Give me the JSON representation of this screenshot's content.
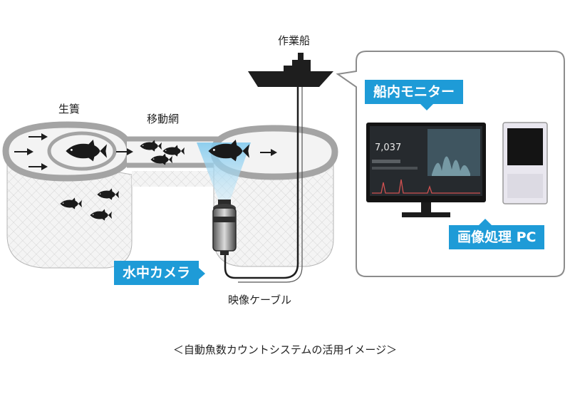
{
  "labels": {
    "work_boat": "作業船",
    "fish_pen": "生簀",
    "moving_net": "移動網",
    "underwater_camera": "水中カメラ",
    "video_cable": "映像ケーブル",
    "onboard_monitor": "船内モニター",
    "image_pc": "画像処理 PC"
  },
  "monitor": {
    "count_value": "7,037"
  },
  "caption": "＜自動魚数カウントシステムの活用イメージ＞",
  "colors": {
    "accent": "#1e9bd7",
    "net_fill": "#f2f2f2",
    "net_stroke": "#a9a9a9",
    "dark": "#1e1e1e",
    "cone": "#9fd6f2"
  }
}
